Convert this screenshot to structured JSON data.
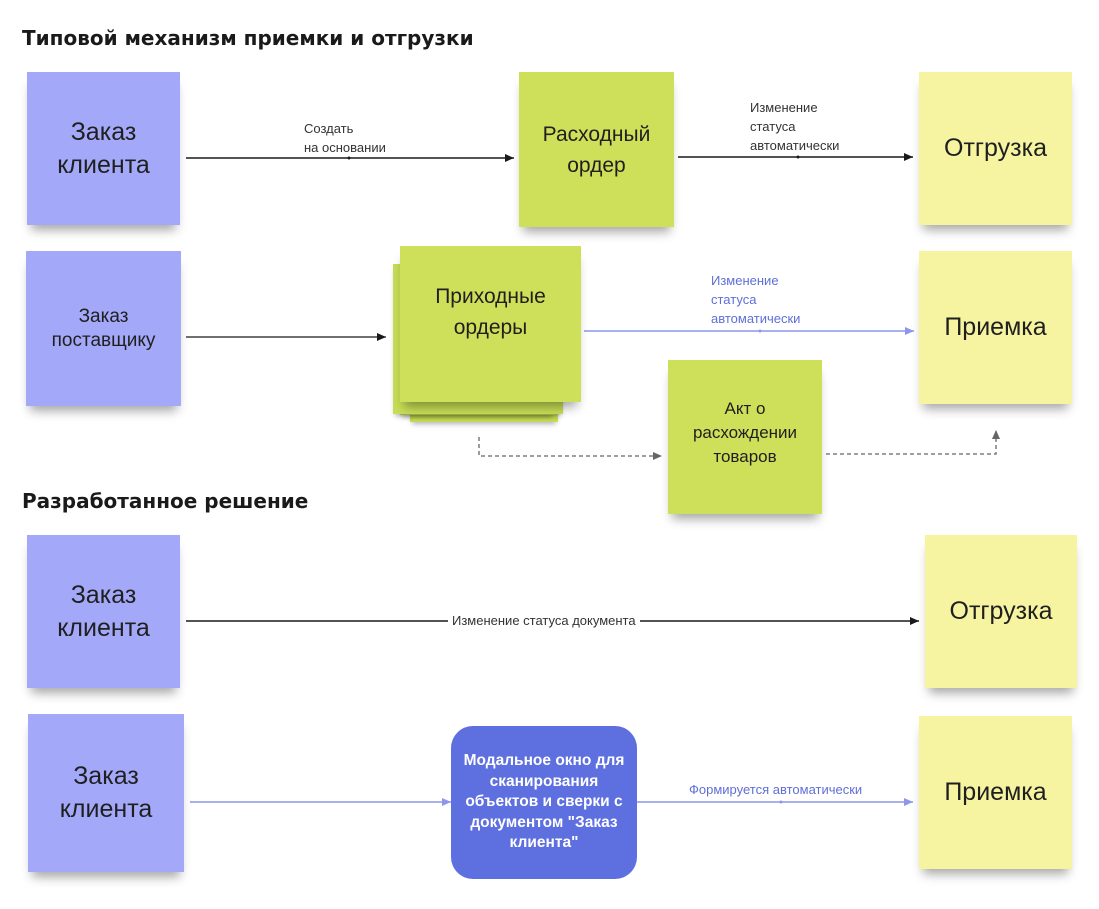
{
  "sections": {
    "typical_title": "Типовой механизм приемки и отгрузки",
    "developed_title": "Разработанное решение"
  },
  "typical": {
    "row1": {
      "source": "Заказ клиента",
      "middle": "Расходный ордер",
      "target": "Отгрузка",
      "edge1_label_line1": "Создать",
      "edge1_label_line2": "на основании",
      "edge2_label_line1": "Изменение",
      "edge2_label_line2": "статуса",
      "edge2_label_line3": "автоматически"
    },
    "row2": {
      "source_line1": "Заказ",
      "source_line2": "поставщику",
      "middle_line1": "Приходные",
      "middle_line2": "ордеры",
      "target": "Приемка",
      "edge_label_line1": "Изменение",
      "edge_label_line2": "статуса",
      "edge_label_line3": "автоматически",
      "act_line1": "Акт о",
      "act_line2": "расхождении",
      "act_line3": "товаров"
    }
  },
  "developed": {
    "row1": {
      "source_line1": "Заказ",
      "source_line2": "клиента",
      "target": "Отгрузка",
      "edge_label": "Изменение статуса документа"
    },
    "row2": {
      "source_line1": "Заказ",
      "source_line2": "клиента",
      "modal_line1": "Модальное окно для",
      "modal_line2": "сканирования",
      "modal_line3": "объектов и сверки с",
      "modal_line4": "документом \"Заказ",
      "modal_line5": "клиента\"",
      "edge_label": "Формируется автоматически",
      "target": "Приемка"
    }
  },
  "colors": {
    "blue_sticky": "#a3a8f8",
    "green_sticky": "#cee05a",
    "yellow_sticky": "#f6f3a1",
    "modal": "#5e6fe0",
    "blue_connector": "#8c96ec",
    "dark_connector": "#1a1a1a"
  }
}
